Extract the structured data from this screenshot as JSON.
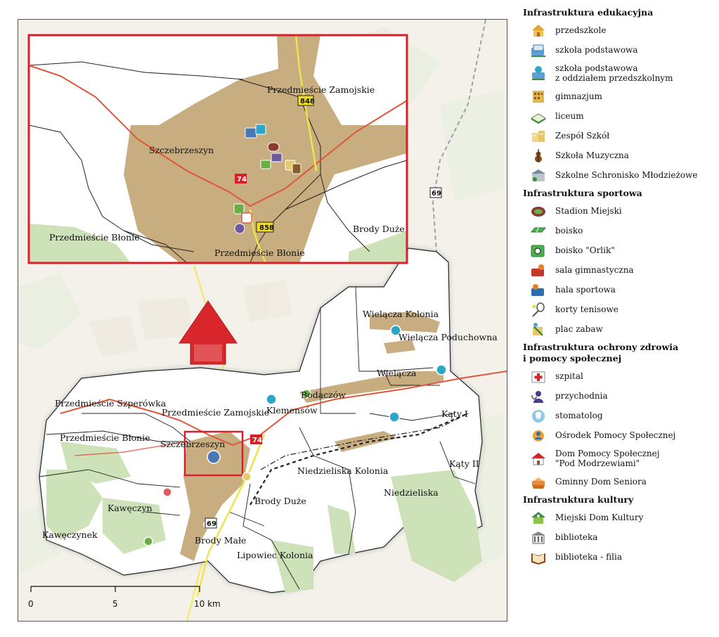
{
  "colors": {
    "urban": "#c8ad80",
    "forest": "#cde2b8",
    "inset_frame": "#d6202a",
    "arrow": "#d9262c",
    "road_main": "#e0563a",
    "road_yellow": "#efe54a",
    "railway": "#333333"
  },
  "map": {
    "inset_labels": [
      "Przedmieście Zamojskie",
      "Szczebrzeszyn",
      "Przedmieście Błonie",
      "Przedmieście Błonie",
      "Brody Duże"
    ],
    "inset_roads": [
      "848",
      "74",
      "858"
    ],
    "main_labels": [
      "Wielącza Kolonia",
      "Wielącza Poduchowna",
      "Wielącza",
      "Bodaczów",
      "Klemensów",
      "Przedmieście Szperówka",
      "Przedmieście Zamojskie",
      "Przedmieście Błonie",
      "Szczebrzeszyn",
      "Kąty I",
      "Niedzieliska Kolonia",
      "Kąty II",
      "Niedzieliska",
      "Kawęczyn",
      "Brody Duże",
      "Kawęczynek",
      "Brody Małe",
      "Lipowiec Kolonia"
    ],
    "main_roads": [
      "74",
      "69",
      "69"
    ],
    "scale": {
      "ticks": [
        "0",
        "5",
        "10 km"
      ]
    }
  },
  "legend": {
    "sections": [
      {
        "title": "Infrastruktura edukacyjna",
        "items": [
          {
            "icon": "kindergarten-icon",
            "label": "przedszkole"
          },
          {
            "icon": "primary-school-icon",
            "label": "szkoła podstawowa"
          },
          {
            "icon": "primary-school-preschool-icon",
            "label": "szkoła podstawowa\nz oddziałem przedszkolnym"
          },
          {
            "icon": "middle-school-icon",
            "label": "gimnazjum"
          },
          {
            "icon": "high-school-icon",
            "label": "liceum"
          },
          {
            "icon": "school-complex-icon",
            "label": "Zespół Szkół"
          },
          {
            "icon": "music-school-icon",
            "label": "Szkoła Muzyczna"
          },
          {
            "icon": "youth-hostel-icon",
            "label": "Szkolne Schronisko Młodzieżowe"
          }
        ]
      },
      {
        "title": "Infrastruktura sportowa",
        "items": [
          {
            "icon": "stadium-icon",
            "label": "Stadion Miejski"
          },
          {
            "icon": "pitch-icon",
            "label": "boisko"
          },
          {
            "icon": "orlik-pitch-icon",
            "label": "boisko \"Orlik\""
          },
          {
            "icon": "gym-hall-icon",
            "label": "sala gimnastyczna"
          },
          {
            "icon": "sports-hall-icon",
            "label": "hala sportowa"
          },
          {
            "icon": "tennis-court-icon",
            "label": "korty tenisowe"
          },
          {
            "icon": "playground-icon",
            "label": "plac zabaw"
          }
        ]
      },
      {
        "title": "Infrastruktura ochrony zdrowia\ni pomocy społecznej",
        "items": [
          {
            "icon": "hospital-icon",
            "label": "szpital"
          },
          {
            "icon": "clinic-icon",
            "label": "przychodnia"
          },
          {
            "icon": "dentist-icon",
            "label": "stomatolog"
          },
          {
            "icon": "social-assistance-icon",
            "label": "Ośrodek Pomocy Społecznej"
          },
          {
            "icon": "care-home-icon",
            "label": "Dom Pomocy Społecznej\n\"Pod Modrzewiami\""
          },
          {
            "icon": "senior-house-icon",
            "label": "Gminny Dom Seniora"
          }
        ]
      },
      {
        "title": "Infrastruktura kultury",
        "items": [
          {
            "icon": "culture-house-icon",
            "label": "Miejski Dom Kultury"
          },
          {
            "icon": "library-icon",
            "label": "biblioteka"
          },
          {
            "icon": "library-branch-icon",
            "label": "biblioteka - filia"
          }
        ]
      }
    ]
  }
}
